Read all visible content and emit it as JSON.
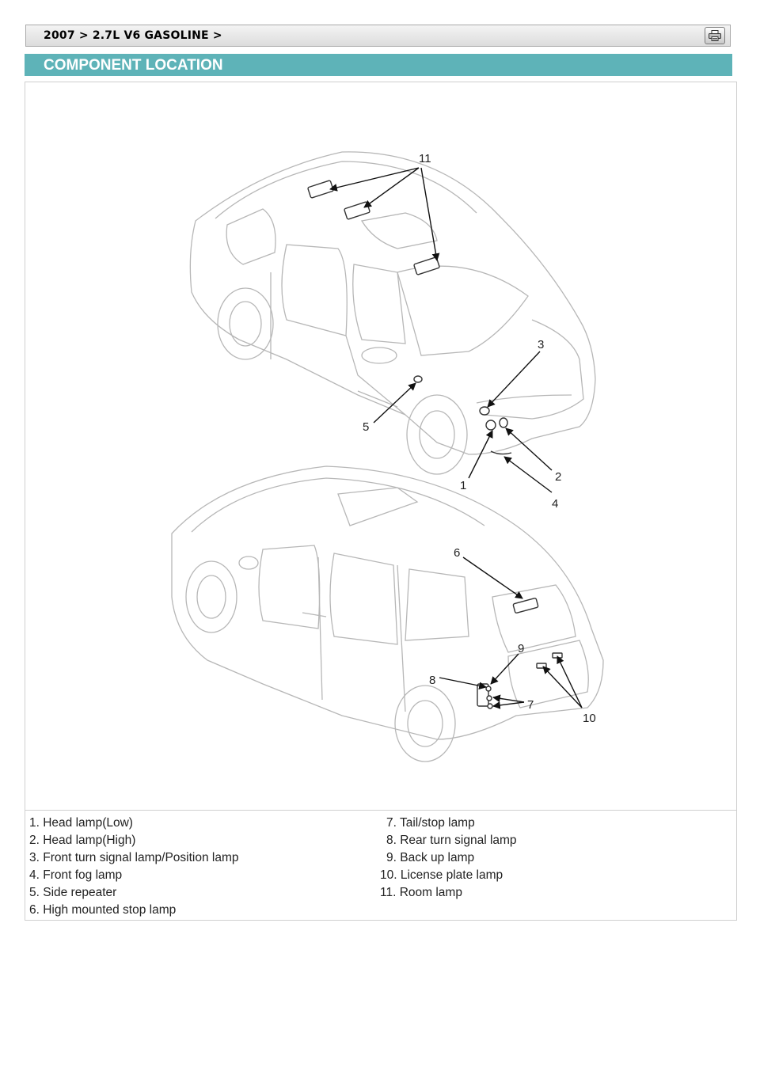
{
  "breadcrumb": {
    "text": "2007 > 2.7L V6 GASOLINE >"
  },
  "toolbar": {
    "print_icon": "printer-icon"
  },
  "section": {
    "title": "COMPONENT LOCATION"
  },
  "diagram": {
    "callouts": [
      "11",
      "3",
      "5",
      "1",
      "2",
      "4",
      "6",
      "9",
      "8",
      "7",
      "10"
    ]
  },
  "legend": {
    "left": [
      "1. Head lamp(Low)",
      "2. Head lamp(High)",
      "3. Front turn signal lamp/Position lamp",
      "4. Front fog lamp",
      "5. Side repeater",
      "6. High mounted stop lamp"
    ],
    "right": [
      "7. Tail/stop lamp",
      "8. Rear turn signal lamp",
      "9. Back up lamp",
      "10. License plate lamp",
      "11. Room lamp"
    ]
  }
}
